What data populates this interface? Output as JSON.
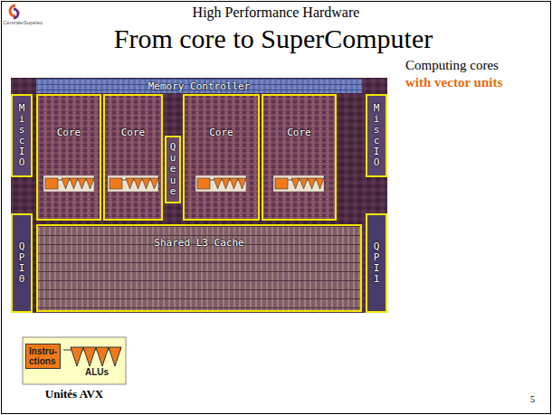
{
  "diagram": {
    "title": "From core to SuperComputer",
    "nodes": [
      {
        "text": [
          "Memory Controller"
        ]
      },
      {
        "text": [
          "Misc IO"
        ]
      },
      {
        "text": [
          "QPI 0"
        ]
      },
      {
        "text": [
          "Core"
        ]
      },
      {
        "text": [
          "Core"
        ]
      },
      {
        "text": [
          "Queue"
        ]
      },
      {
        "text": [
          "Core"
        ]
      },
      {
        "text": [
          "Core"
        ]
      },
      {
        "text": [
          "Misc IO"
        ]
      },
      {
        "text": [
          "QPI 1"
        ]
      },
      {
        "text": [
          "Shared L3 Cache"
        ]
      },
      {
        "text": [
          "ALUs",
          "Unités AVX"
        ]
      },
      {
        "text": [
          "Instru- ctions"
        ],
        "in": 11
      }
    ],
    "labels": [
      "CentraleSupélec",
      "High Performance Hardware",
      "Computing cores",
      "with vector units",
      "5"
    ]
  }
}
